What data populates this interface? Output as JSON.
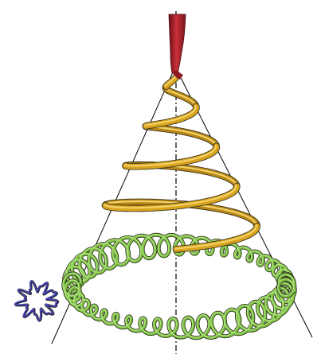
{
  "figure": {
    "stroke_color": "#000000",
    "background": "#ffffff",
    "segments": [
      {
        "name": "tip",
        "color": "#9b1c24",
        "highlight": "#c8303a"
      },
      {
        "name": "conical-helix",
        "color": "#d9a21c",
        "highlight": "#f2d36a"
      },
      {
        "name": "coiled-coil",
        "color": "#7cc242",
        "highlight": "#b8e58c"
      },
      {
        "name": "tangle",
        "color": "#2e2c8f",
        "highlight": "#5a57c8"
      }
    ]
  }
}
